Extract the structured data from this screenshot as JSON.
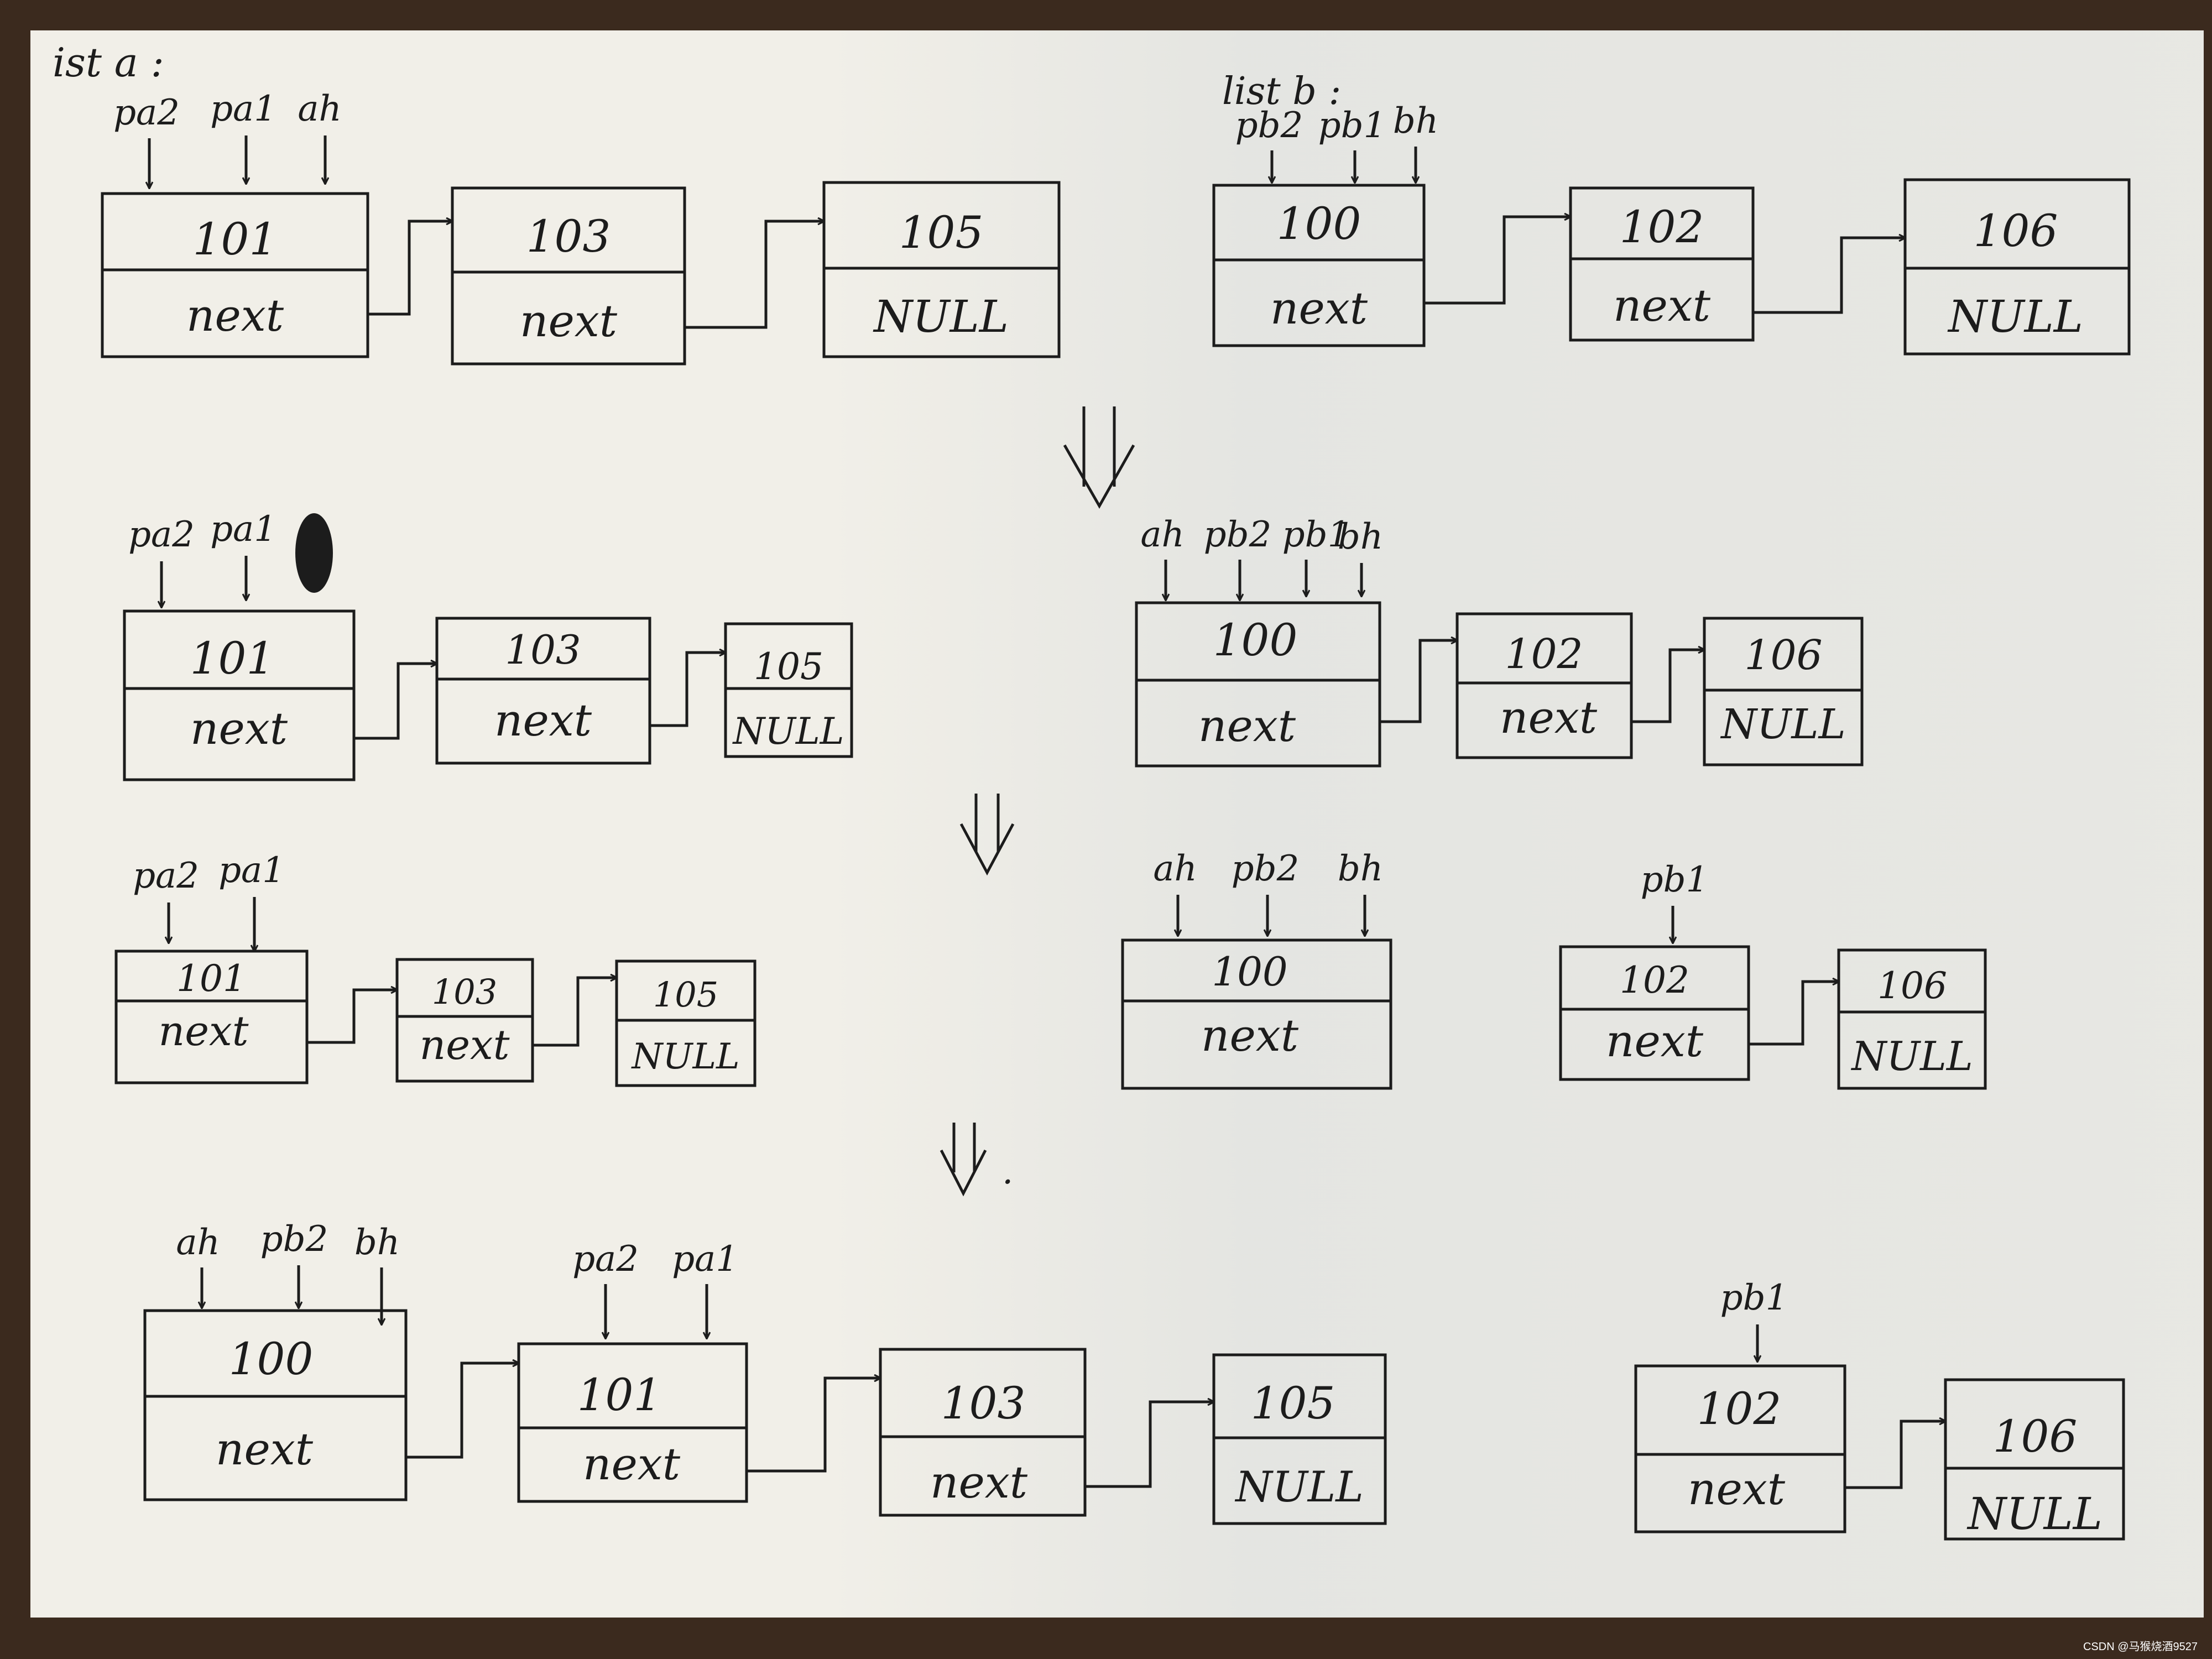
{
  "labels": {
    "list_a": "ist a :",
    "list_b": "list b :",
    "pa2": "pa2",
    "pa1": "pa1",
    "ah": "ah",
    "pb2": "pb2",
    "pb1": "pb1",
    "bh": "bh",
    "next": "next",
    "null": "NULL",
    "dot": "."
  },
  "values": {
    "n100": "100",
    "n101": "101",
    "n102": "102",
    "n103": "103",
    "n105": "105",
    "n106": "106"
  },
  "watermark": "CSDN @马猴烧酒9527",
  "colors": {
    "ink": "#1c1c1c",
    "paper": "#f1efe8",
    "background": "#3b2a1e"
  }
}
